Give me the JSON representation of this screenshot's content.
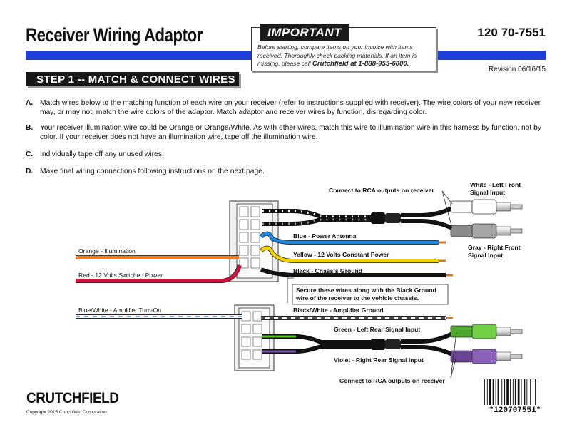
{
  "header": {
    "title": "Receiver Wiring Adaptor",
    "part_number": "120 70-7551",
    "revision": "Revision 06/16/15"
  },
  "important": {
    "heading": "IMPORTANT",
    "text": "Before starting, compare items on your invoice with items received.  Thoroughly check packing materials.  If an item is missing, please call",
    "phone": "Crutchfield at 1-888-955-6000."
  },
  "step": {
    "label": "STEP 1 -- MATCH & CONNECT WIRES"
  },
  "instructions": [
    {
      "letter": "A.",
      "text": "Match wires below to the matching function of each wire on your receiver (refer to instructions supplied with receiver).  The wire colors of your new receiver may, or may not, match the wire colors of the adaptor.  Match adaptor and receiver wires by function, disregarding color."
    },
    {
      "letter": "B.",
      "text": "Your receiver illumination wire could be Orange or Orange/White.  As with other wires, match this wire to illumination wire in this harness by function, not by color.  If your receiver does not have an illumination wire, tape off the illumination wire."
    },
    {
      "letter": "C.",
      "text": "Individually tape off any unused wires."
    },
    {
      "letter": "D.",
      "text": "Make final wiring connections following instructions on the next page."
    }
  ],
  "diagram": {
    "rca_top_label": "Connect to RCA outputs on receiver",
    "rca_bottom_label": "Connect to RCA outputs on receiver",
    "white_label_1": "White - Left Front",
    "white_label_2": "Signal Input",
    "gray_label_1": "Gray - Right Front",
    "gray_label_2": "Signal Input",
    "blue_label": "Blue - Power Antenna",
    "yellow_label": "Yellow - 12 Volts Constant Power",
    "black_label": "Black - Chassis Ground",
    "orange_label": "Orange - Illumination",
    "red_label": "Red - 12 Volts Switched Power",
    "secure_note_1": "Secure these wires along with the Black Ground",
    "secure_note_2": "wire of the receiver to the vehicle chassis.",
    "blue_white_label": "Blue/White - Amplifier Turn-On",
    "black_white_label": "Black/White - Amplifier Ground",
    "green_label": "Green - Left Rear Signal Input",
    "violet_label": "Violet - Right Rear Signal Input",
    "colors": {
      "white_wire": "#ffffff",
      "gray_wire": "#9a9a9a",
      "blue_wire": "#1e88e5",
      "yellow_wire": "#f5d000",
      "black_wire": "#111111",
      "orange_wire": "#ef7d1a",
      "red_wire": "#d1103a",
      "green_wire": "#5fbf3a",
      "violet_wire": "#7b56a8"
    }
  },
  "footer": {
    "logo": "CRUTCHFIELD",
    "copyright": "Copyright 2015  Crutchfield Corporation",
    "barcode_text": "*120707551*"
  }
}
